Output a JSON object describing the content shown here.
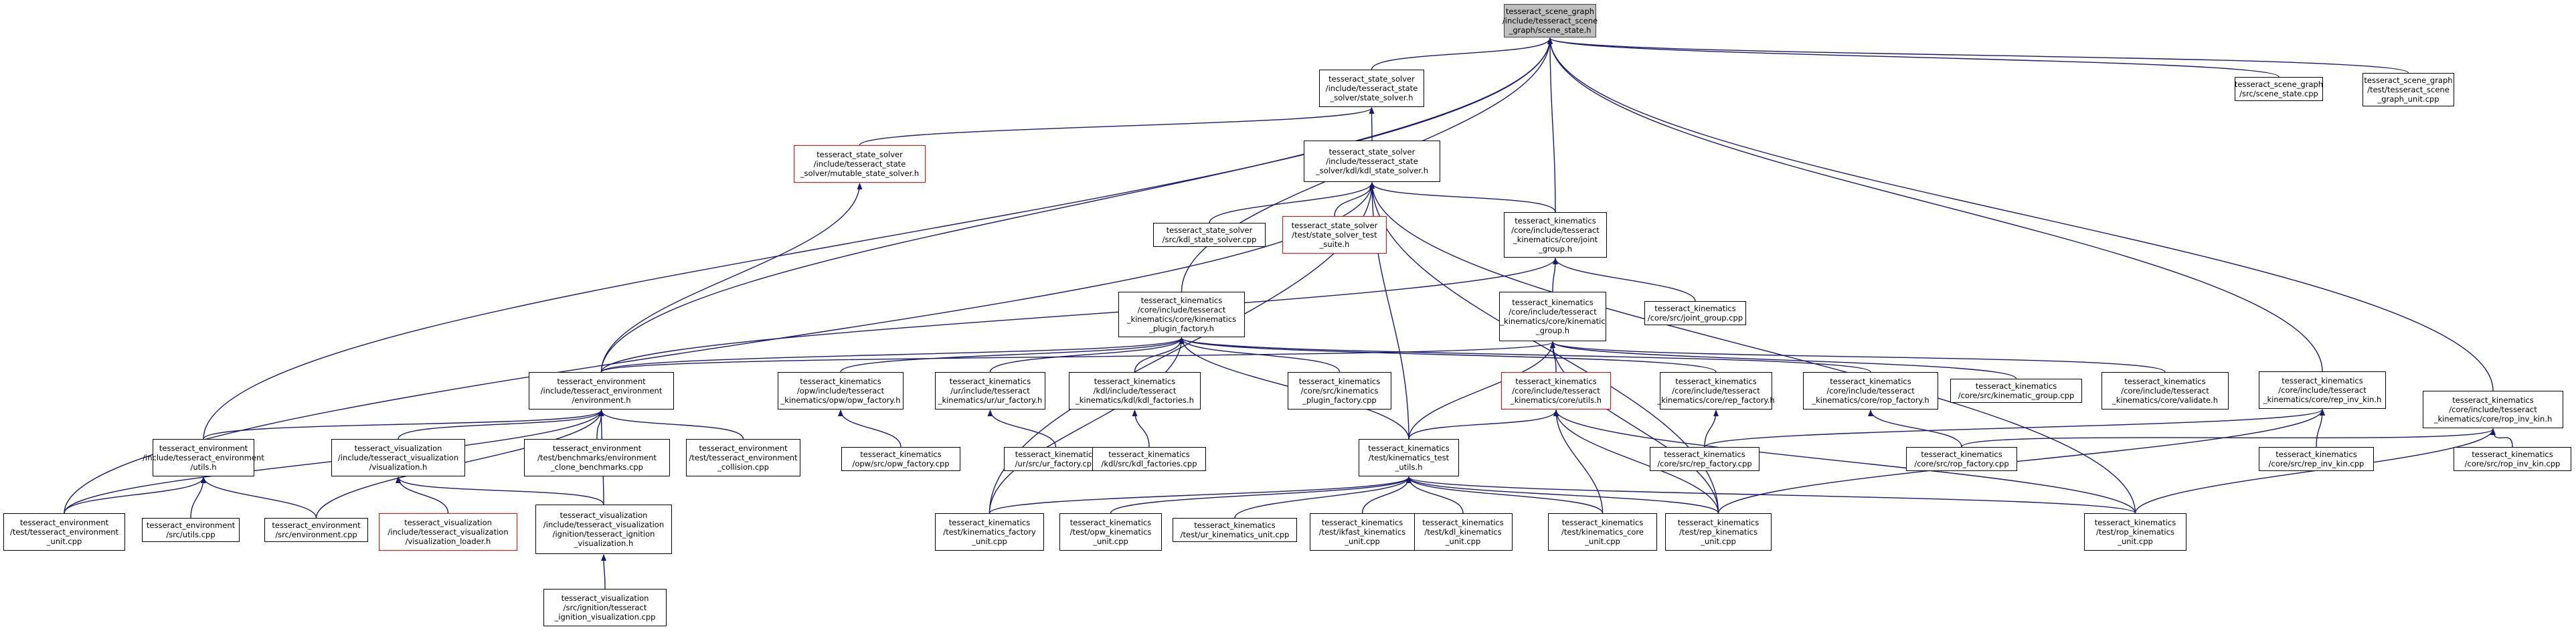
{
  "colors": {
    "edge": "#191970",
    "border": "#000000",
    "root_fill": "#bfbfbf",
    "missing_border": "#ff0000",
    "background": "#ffffff"
  },
  "nodes": [
    {
      "id": "root",
      "lines": [
        "tesseract_scene_graph",
        "/include/tesseract_scene",
        "_graph/scene_state.h"
      ],
      "style": "root"
    },
    {
      "id": "state_solver_h",
      "lines": [
        "tesseract_state_solver",
        "/include/tesseract_state",
        "_solver/state_solver.h"
      ]
    },
    {
      "id": "sg_scene_state_cpp",
      "lines": [
        "tesseract_scene_graph",
        "/src/scene_state.cpp"
      ]
    },
    {
      "id": "sg_unit_cpp",
      "lines": [
        "tesseract_scene_graph",
        "/test/tesseract_scene",
        "_graph_unit.cpp"
      ]
    },
    {
      "id": "mutable_state_solver_h",
      "lines": [
        "tesseract_state_solver",
        "/include/tesseract_state",
        "_solver/mutable_state_solver.h"
      ],
      "style": "red"
    },
    {
      "id": "kdl_state_solver_h",
      "lines": [
        "tesseract_state_solver",
        "/include/tesseract_state",
        "_solver/kdl/kdl_state_solver.h"
      ]
    },
    {
      "id": "kdl_state_solver_cpp",
      "lines": [
        "tesseract_state_solver",
        "/src/kdl_state_solver.cpp"
      ]
    },
    {
      "id": "state_solver_test_suite_h",
      "lines": [
        "tesseract_state_solver",
        "/test/state_solver_test",
        "_suite.h"
      ],
      "style": "red"
    },
    {
      "id": "joint_group_h",
      "lines": [
        "tesseract_kinematics",
        "/core/include/tesseract",
        "_kinematics/core/joint",
        "_group.h"
      ]
    },
    {
      "id": "joint_group_cpp",
      "lines": [
        "tesseract_kinematics",
        "/core/src/joint_group.cpp"
      ]
    },
    {
      "id": "kinematic_group_h",
      "lines": [
        "tesseract_kinematics",
        "/core/include/tesseract",
        "_kinematics/core/kinematic",
        "_group.h"
      ]
    },
    {
      "id": "kin_plugin_factory_h",
      "lines": [
        "tesseract_kinematics",
        "/core/include/tesseract",
        "_kinematics/core/kinematics",
        "_plugin_factory.h"
      ]
    },
    {
      "id": "env_environment_h",
      "lines": [
        "tesseract_environment",
        "/include/tesseract_environment",
        "/environment.h"
      ]
    },
    {
      "id": "opw_factory_h",
      "lines": [
        "tesseract_kinematics",
        "/opw/include/tesseract",
        "_kinematics/opw/opw_factory.h"
      ]
    },
    {
      "id": "ur_factory_h",
      "lines": [
        "tesseract_kinematics",
        "/ur/include/tesseract",
        "_kinematics/ur/ur_factory.h"
      ]
    },
    {
      "id": "kdl_factories_h",
      "lines": [
        "tesseract_kinematics",
        "/kdl/include/tesseract",
        "_kinematics/kdl/kdl_factories.h"
      ]
    },
    {
      "id": "kin_plugin_factory_cpp",
      "lines": [
        "tesseract_kinematics",
        "/core/src/kinematics",
        "_plugin_factory.cpp"
      ]
    },
    {
      "id": "core_utils_h",
      "lines": [
        "tesseract_kinematics",
        "/core/include/tesseract",
        "_kinematics/core/utils.h"
      ],
      "style": "red"
    },
    {
      "id": "rep_factory_h",
      "lines": [
        "tesseract_kinematics",
        "/core/include/tesseract",
        "_kinematics/core/rep_factory.h"
      ]
    },
    {
      "id": "rop_factory_h",
      "lines": [
        "tesseract_kinematics",
        "/core/include/tesseract",
        "_kinematics/core/rop_factory.h"
      ]
    },
    {
      "id": "kinematic_group_cpp",
      "lines": [
        "tesseract_kinematics",
        "/core/src/kinematic_group.cpp"
      ]
    },
    {
      "id": "validate_h",
      "lines": [
        "tesseract_kinematics",
        "/core/include/tesseract",
        "_kinematics/core/validate.h"
      ]
    },
    {
      "id": "rep_inv_kin_h",
      "lines": [
        "tesseract_kinematics",
        "/core/include/tesseract",
        "_kinematics/core/rep_inv_kin.h"
      ]
    },
    {
      "id": "rop_inv_kin_h",
      "lines": [
        "tesseract_kinematics",
        "/core/include/tesseract",
        "_kinematics/core/rop_inv_kin.h"
      ]
    },
    {
      "id": "env_utils_h",
      "lines": [
        "tesseract_environment",
        "/include/tesseract_environment",
        "/utils.h"
      ]
    },
    {
      "id": "viz_visualization_h",
      "lines": [
        "tesseract_visualization",
        "/include/tesseract_visualization",
        "/visualization.h"
      ]
    },
    {
      "id": "env_clone_bench_cpp",
      "lines": [
        "tesseract_environment",
        "/test/benchmarks/environment",
        "_clone_benchmarks.cpp"
      ]
    },
    {
      "id": "env_collision_cpp",
      "lines": [
        "tesseract_environment",
        "/test/tesseract_environment",
        "_collision.cpp"
      ]
    },
    {
      "id": "opw_factory_cpp",
      "lines": [
        "tesseract_kinematics",
        "/opw/src/opw_factory.cpp"
      ]
    },
    {
      "id": "ur_factory_cpp",
      "lines": [
        "tesseract_kinematics",
        "/ur/src/ur_factory.cpp"
      ]
    },
    {
      "id": "kdl_factories_cpp",
      "lines": [
        "tesseract_kinematics",
        "/kdl/src/kdl_factories.cpp"
      ]
    },
    {
      "id": "kin_test_utils_h",
      "lines": [
        "tesseract_kinematics",
        "/test/kinematics_test",
        "_utils.h"
      ]
    },
    {
      "id": "rep_factory_cpp",
      "lines": [
        "tesseract_kinematics",
        "/core/src/rep_factory.cpp"
      ]
    },
    {
      "id": "rop_factory_cpp",
      "lines": [
        "tesseract_kinematics",
        "/core/src/rop_factory.cpp"
      ]
    },
    {
      "id": "rep_inv_kin_cpp",
      "lines": [
        "tesseract_kinematics",
        "/core/src/rep_inv_kin.cpp"
      ]
    },
    {
      "id": "rop_inv_kin_cpp",
      "lines": [
        "tesseract_kinematics",
        "/core/src/rop_inv_kin.cpp"
      ]
    },
    {
      "id": "env_unit_cpp",
      "lines": [
        "tesseract_environment",
        "/test/tesseract_environment",
        "_unit.cpp"
      ]
    },
    {
      "id": "env_utils_cpp",
      "lines": [
        "tesseract_environment",
        "/src/utils.cpp"
      ]
    },
    {
      "id": "env_environment_cpp",
      "lines": [
        "tesseract_environment",
        "/src/environment.cpp"
      ]
    },
    {
      "id": "viz_loader_h",
      "lines": [
        "tesseract_visualization",
        "/include/tesseract_visualization",
        "/visualization_loader.h"
      ],
      "style": "red"
    },
    {
      "id": "viz_ignition_h",
      "lines": [
        "tesseract_visualization",
        "/include/tesseract_visualization",
        "/ignition/tesseract_ignition",
        "_visualization.h"
      ]
    },
    {
      "id": "kin_factory_unit_cpp",
      "lines": [
        "tesseract_kinematics",
        "/test/kinematics_factory",
        "_unit.cpp"
      ]
    },
    {
      "id": "opw_unit_cpp",
      "lines": [
        "tesseract_kinematics",
        "/test/opw_kinematics",
        "_unit.cpp"
      ]
    },
    {
      "id": "ur_unit_cpp",
      "lines": [
        "tesseract_kinematics",
        "/test/ur_kinematics_unit.cpp"
      ]
    },
    {
      "id": "kdl_test_unit_cpp",
      "lines": [
        "tesseract_kinematics",
        "/test/kdl_kinematics",
        "_unit.cpp"
      ]
    },
    {
      "id": "ikfast_unit_cpp",
      "lines": [
        "tesseract_kinematics",
        "/test/ikfast_kinematics",
        "_unit.cpp"
      ]
    },
    {
      "id": "core_unit_cpp",
      "lines": [
        "tesseract_kinematics",
        "/test/kinematics_core",
        "_unit.cpp"
      ]
    },
    {
      "id": "rep_unit_cpp",
      "lines": [
        "tesseract_kinematics",
        "/test/rep_kinematics",
        "_unit.cpp"
      ]
    },
    {
      "id": "rop_unit_cpp",
      "lines": [
        "tesseract_kinematics",
        "/test/rop_kinematics",
        "_unit.cpp"
      ]
    },
    {
      "id": "viz_ignition_cpp",
      "lines": [
        "tesseract_visualization",
        "/src/ignition/tesseract",
        "_ignition_visualization.cpp"
      ]
    }
  ],
  "edges": [
    [
      "state_solver_h",
      "root"
    ],
    [
      "sg_scene_state_cpp",
      "root"
    ],
    [
      "sg_unit_cpp",
      "root"
    ],
    [
      "env_environment_h",
      "root"
    ],
    [
      "env_utils_h",
      "root"
    ],
    [
      "kin_plugin_factory_h",
      "root"
    ],
    [
      "joint_group_h",
      "root"
    ],
    [
      "rep_inv_kin_h",
      "root"
    ],
    [
      "rop_inv_kin_h",
      "root"
    ],
    [
      "mutable_state_solver_h",
      "state_solver_h"
    ],
    [
      "kdl_state_solver_h",
      "state_solver_h"
    ],
    [
      "env_environment_h",
      "mutable_state_solver_h"
    ],
    [
      "kdl_state_solver_cpp",
      "kdl_state_solver_h"
    ],
    [
      "state_solver_test_suite_h",
      "kdl_state_solver_h"
    ],
    [
      "joint_group_h",
      "kdl_state_solver_h"
    ],
    [
      "env_unit_cpp",
      "kdl_state_solver_h"
    ],
    [
      "kin_factory_unit_cpp",
      "kdl_state_solver_h"
    ],
    [
      "kin_test_utils_h",
      "kdl_state_solver_h"
    ],
    [
      "rep_unit_cpp",
      "kdl_state_solver_h"
    ],
    [
      "rop_unit_cpp",
      "kdl_state_solver_h"
    ],
    [
      "joint_group_cpp",
      "joint_group_h"
    ],
    [
      "kinematic_group_h",
      "joint_group_h"
    ],
    [
      "env_environment_h",
      "joint_group_h"
    ],
    [
      "env_environment_h",
      "kinematic_group_h"
    ],
    [
      "core_utils_h",
      "kinematic_group_h"
    ],
    [
      "kinematic_group_cpp",
      "kinematic_group_h"
    ],
    [
      "validate_h",
      "kinematic_group_h"
    ],
    [
      "kin_test_utils_h",
      "kinematic_group_h"
    ],
    [
      "rep_unit_cpp",
      "kinematic_group_h"
    ],
    [
      "env_environment_h",
      "kin_plugin_factory_h"
    ],
    [
      "opw_factory_h",
      "kin_plugin_factory_h"
    ],
    [
      "ur_factory_h",
      "kin_plugin_factory_h"
    ],
    [
      "kdl_factories_h",
      "kin_plugin_factory_h"
    ],
    [
      "kin_plugin_factory_cpp",
      "kin_plugin_factory_h"
    ],
    [
      "rep_factory_h",
      "kin_plugin_factory_h"
    ],
    [
      "rop_factory_h",
      "kin_plugin_factory_h"
    ],
    [
      "kin_test_utils_h",
      "kin_plugin_factory_h"
    ],
    [
      "kin_factory_unit_cpp",
      "kin_plugin_factory_h"
    ],
    [
      "env_utils_h",
      "env_environment_h"
    ],
    [
      "viz_visualization_h",
      "env_environment_h"
    ],
    [
      "env_clone_bench_cpp",
      "env_environment_h"
    ],
    [
      "env_collision_cpp",
      "env_environment_h"
    ],
    [
      "env_unit_cpp",
      "env_environment_h"
    ],
    [
      "env_environment_cpp",
      "env_environment_h"
    ],
    [
      "viz_ignition_h",
      "env_environment_h"
    ],
    [
      "env_unit_cpp",
      "env_utils_h"
    ],
    [
      "env_utils_cpp",
      "env_utils_h"
    ],
    [
      "env_environment_cpp",
      "env_utils_h"
    ],
    [
      "viz_loader_h",
      "viz_visualization_h"
    ],
    [
      "viz_ignition_h",
      "viz_visualization_h"
    ],
    [
      "viz_ignition_cpp",
      "viz_ignition_h"
    ],
    [
      "opw_factory_cpp",
      "opw_factory_h"
    ],
    [
      "ur_factory_cpp",
      "ur_factory_h"
    ],
    [
      "kdl_factories_cpp",
      "kdl_factories_h"
    ],
    [
      "kin_test_utils_h",
      "core_utils_h"
    ],
    [
      "core_unit_cpp",
      "core_utils_h"
    ],
    [
      "rep_unit_cpp",
      "core_utils_h"
    ],
    [
      "rop_unit_cpp",
      "core_utils_h"
    ],
    [
      "rep_factory_cpp",
      "rep_factory_h"
    ],
    [
      "rop_factory_cpp",
      "rop_factory_h"
    ],
    [
      "rep_factory_cpp",
      "rep_inv_kin_h"
    ],
    [
      "rep_inv_kin_cpp",
      "rep_inv_kin_h"
    ],
    [
      "rep_unit_cpp",
      "rep_inv_kin_h"
    ],
    [
      "rop_factory_cpp",
      "rop_inv_kin_h"
    ],
    [
      "rop_inv_kin_cpp",
      "rop_inv_kin_h"
    ],
    [
      "rop_unit_cpp",
      "rop_inv_kin_h"
    ],
    [
      "kin_factory_unit_cpp",
      "kin_test_utils_h"
    ],
    [
      "opw_unit_cpp",
      "kin_test_utils_h"
    ],
    [
      "ur_unit_cpp",
      "kin_test_utils_h"
    ],
    [
      "kdl_test_unit_cpp",
      "kin_test_utils_h"
    ],
    [
      "ikfast_unit_cpp",
      "kin_test_utils_h"
    ],
    [
      "core_unit_cpp",
      "kin_test_utils_h"
    ],
    [
      "rep_unit_cpp",
      "kin_test_utils_h"
    ],
    [
      "rop_unit_cpp",
      "kin_test_utils_h"
    ]
  ]
}
